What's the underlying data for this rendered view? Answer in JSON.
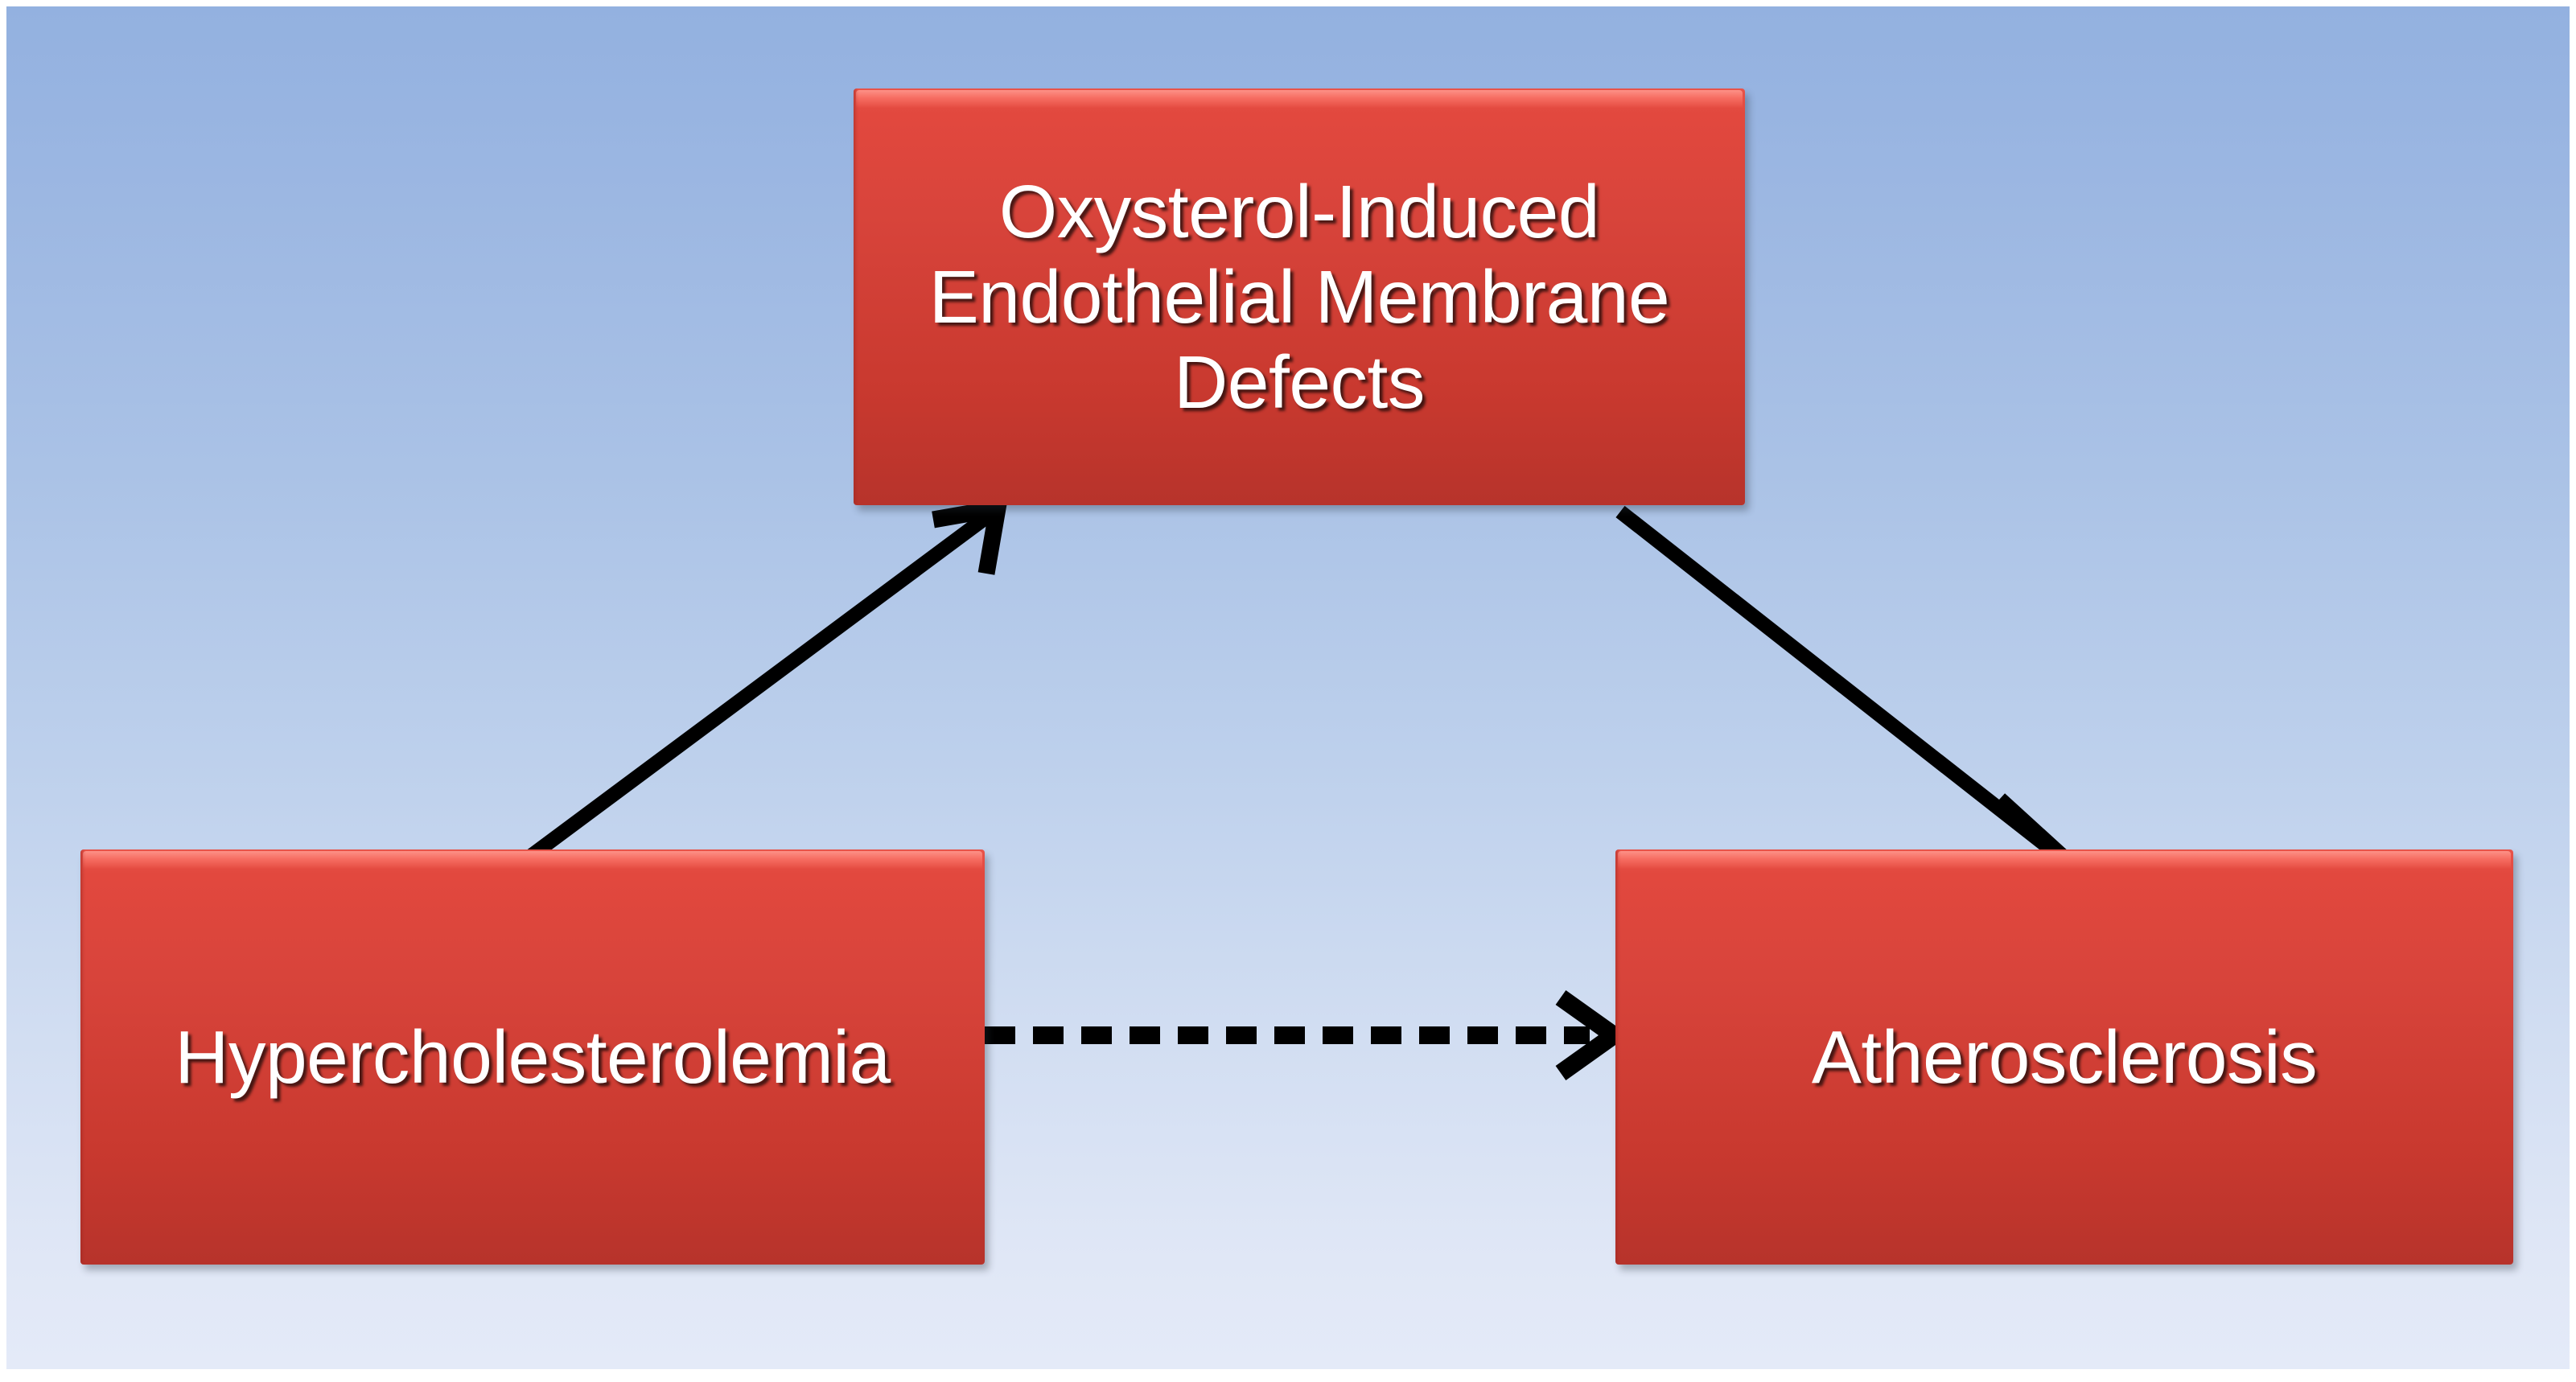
{
  "slide": {
    "background_top_color": "#93b1e0",
    "background_bottom_color": "#e4eaf8",
    "border_color": "#ffffff"
  },
  "diagram": {
    "type": "flowchart",
    "title": "",
    "node_fill_color": "#d8443b",
    "node_text_color": "#ffffff",
    "edge_color": "#000000",
    "nodes": [
      {
        "id": "oxysterol",
        "label": "Oxysterol-Induced\nEndothelial Membrane\nDefects",
        "lines": [
          "Oxysterol-Induced",
          "Endothelial Membrane",
          "Defects"
        ],
        "position": "top-center"
      },
      {
        "id": "hypercholesterolemia",
        "label": "Hypercholesterolemia",
        "lines": [
          "Hypercholesterolemia"
        ],
        "position": "bottom-left"
      },
      {
        "id": "atherosclerosis",
        "label": "Atherosclerosis",
        "lines": [
          "Atherosclerosis"
        ],
        "position": "bottom-right"
      }
    ],
    "edges": [
      {
        "id": "hyperchol-to-oxysterol",
        "from": "hypercholesterolemia",
        "to": "oxysterol",
        "style": "solid",
        "arrowhead": "open-chevron",
        "label": ""
      },
      {
        "id": "oxysterol-to-atherosclerosis",
        "from": "oxysterol",
        "to": "atherosclerosis",
        "style": "solid",
        "arrowhead": "open-chevron",
        "label": ""
      },
      {
        "id": "hyperchol-to-atherosclerosis",
        "from": "hypercholesterolemia",
        "to": "atherosclerosis",
        "style": "dashed",
        "arrowhead": "open-chevron",
        "label": ""
      }
    ]
  }
}
